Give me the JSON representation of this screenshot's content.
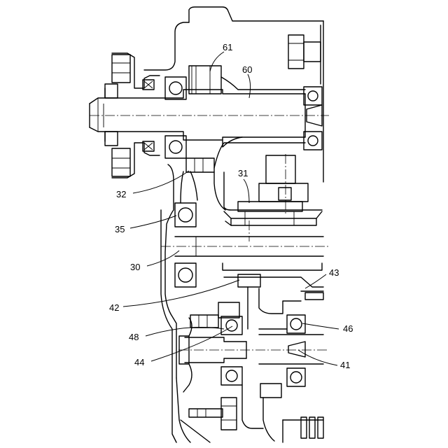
{
  "reference_numerals": {
    "n61": "61",
    "n60": "60",
    "n31": "31",
    "n32": "32",
    "n35": "35",
    "n30": "30",
    "n43": "43",
    "n42": "42",
    "n46": "46",
    "n48": "48",
    "n44": "44",
    "n41": "41"
  }
}
